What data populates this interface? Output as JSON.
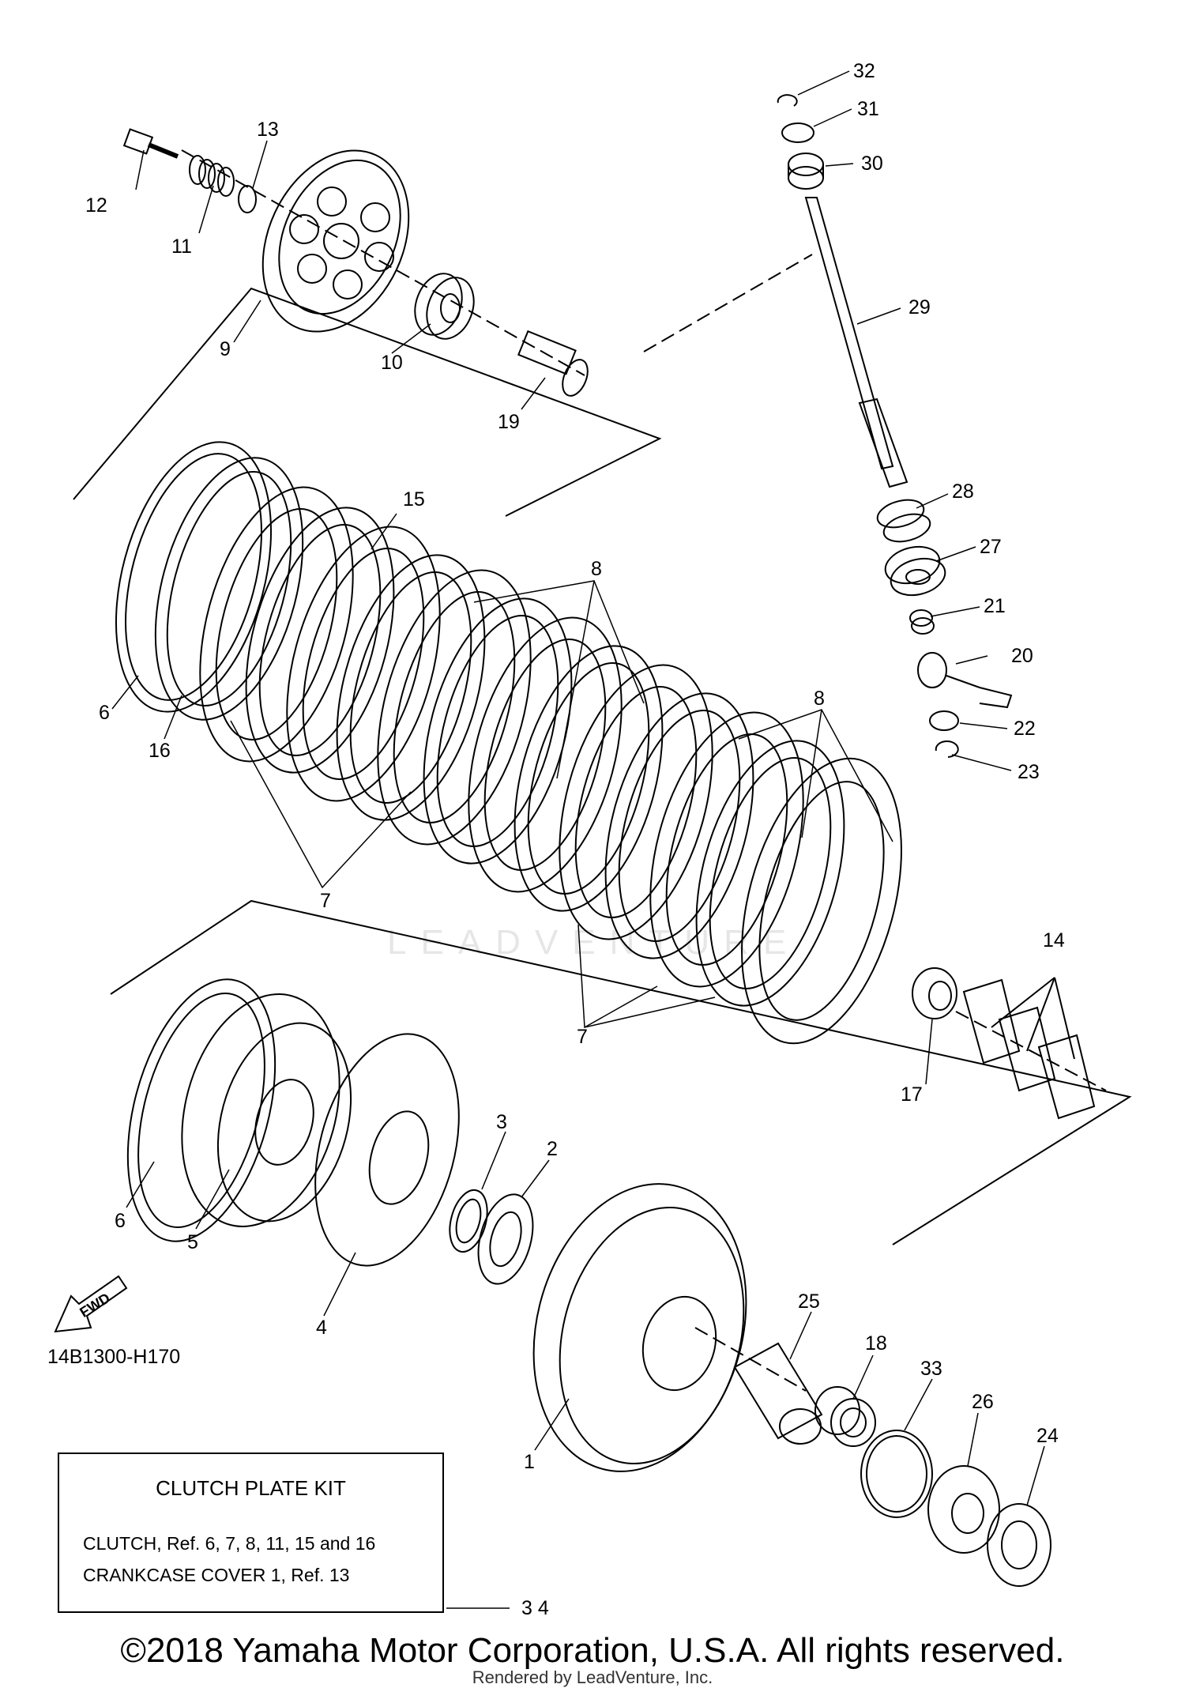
{
  "diagram": {
    "code": "14B1300-H170",
    "fwd_label": "FWD",
    "watermark": "LEADVENTURE",
    "labels": [
      {
        "id": "1",
        "text": "1"
      },
      {
        "id": "2",
        "text": "2"
      },
      {
        "id": "3",
        "text": "3"
      },
      {
        "id": "4",
        "text": "4"
      },
      {
        "id": "5",
        "text": "5"
      },
      {
        "id": "6a",
        "text": "6"
      },
      {
        "id": "6b",
        "text": "6"
      },
      {
        "id": "7a",
        "text": "7"
      },
      {
        "id": "7b",
        "text": "7"
      },
      {
        "id": "8a",
        "text": "8"
      },
      {
        "id": "8b",
        "text": "8"
      },
      {
        "id": "9",
        "text": "9"
      },
      {
        "id": "10",
        "text": "10"
      },
      {
        "id": "11",
        "text": "11"
      },
      {
        "id": "12",
        "text": "12"
      },
      {
        "id": "13",
        "text": "13"
      },
      {
        "id": "14",
        "text": "14"
      },
      {
        "id": "15",
        "text": "15"
      },
      {
        "id": "16",
        "text": "16"
      },
      {
        "id": "17",
        "text": "17"
      },
      {
        "id": "18",
        "text": "18"
      },
      {
        "id": "19",
        "text": "19"
      },
      {
        "id": "20",
        "text": "20"
      },
      {
        "id": "21",
        "text": "21"
      },
      {
        "id": "22",
        "text": "22"
      },
      {
        "id": "23",
        "text": "23"
      },
      {
        "id": "24",
        "text": "24"
      },
      {
        "id": "25",
        "text": "25"
      },
      {
        "id": "26",
        "text": "26"
      },
      {
        "id": "27",
        "text": "27"
      },
      {
        "id": "28",
        "text": "28"
      },
      {
        "id": "29",
        "text": "29"
      },
      {
        "id": "30",
        "text": "30"
      },
      {
        "id": "31",
        "text": "31"
      },
      {
        "id": "32",
        "text": "32"
      },
      {
        "id": "33",
        "text": "33"
      },
      {
        "id": "34",
        "text": "3 4"
      }
    ]
  },
  "kit": {
    "title": "CLUTCH PLATE KIT",
    "line1": "CLUTCH, Ref.  6, 7, 8, 11, 15 and 16",
    "line2": "CRANKCASE COVER 1, Ref. 13"
  },
  "footer": {
    "copyright": "©2018 Yamaha Motor Corporation, U.S.A. All rights reserved.",
    "rendered_by": "Rendered by LeadVenture, Inc."
  }
}
